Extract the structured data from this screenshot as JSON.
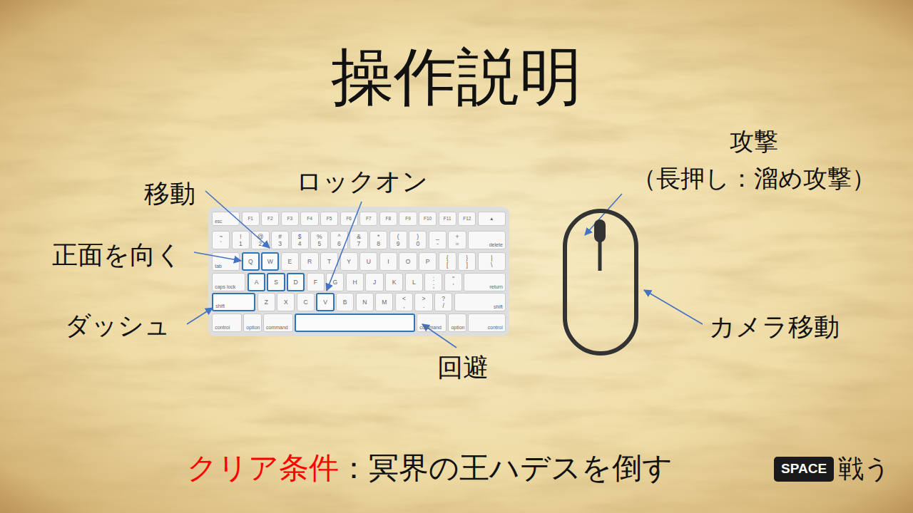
{
  "diagram": {
    "title": "操作説明",
    "nodes": [
      {
        "text": [
          "SPACE"
        ]
      }
    ],
    "labels": [
      "移動",
      "ロックオン",
      "正面を向く",
      "ダッシュ",
      "回避",
      "攻撃",
      "（長押し：溜め攻撃）",
      "カメラ移動",
      "クリア条件",
      "：冥界の王ハデスを倒す",
      "戦う",
      "esc",
      "F1",
      "F2",
      "F3",
      "F4",
      "F5",
      "F6",
      "F7",
      "F8",
      "F9",
      "F10",
      "F11",
      "F12",
      "▲",
      "~",
      "`",
      "!",
      "1",
      "@",
      "2",
      "#",
      "3",
      "$",
      "4",
      "%",
      "5",
      "^",
      "6",
      "&",
      "7",
      "*",
      "8",
      "(",
      "9",
      ")",
      "0",
      "_",
      "-",
      "+",
      "=",
      "delete",
      "tab",
      "Q",
      "W",
      "E",
      "R",
      "T",
      "Y",
      "U",
      "I",
      "O",
      "P",
      "{",
      "[",
      "}",
      "]",
      "|",
      "\\",
      "caps lock",
      "A",
      "S",
      "D",
      "F",
      "G",
      "H",
      "J",
      "K",
      "L",
      ":",
      ";",
      "\"",
      "'",
      "return",
      "shift",
      "Z",
      "X",
      "C",
      "V",
      "B",
      "N",
      "M",
      "<",
      ",",
      ">",
      ".",
      "?",
      "/",
      "shift",
      "control",
      "option",
      "command",
      "command",
      "option",
      "control"
    ]
  }
}
